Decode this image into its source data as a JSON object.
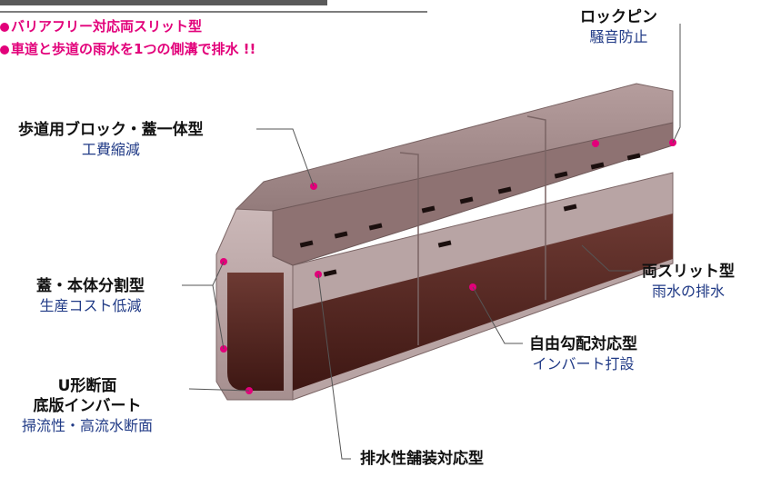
{
  "features": [
    "バリアフリー対応両スリット型",
    "車道と歩道の雨水を1つの側溝で排水 !!"
  ],
  "labels": {
    "lock_pin": {
      "title": "ロックピン",
      "sub": "騒音防止"
    },
    "sidewalk_block": {
      "title": "歩道用ブロック・蓋一体型",
      "sub": "工費縮減"
    },
    "cover_split": {
      "title": "蓋・本体分割型",
      "sub": "生産コスト低減"
    },
    "u_section": {
      "title1": "U形断面",
      "title2": "底版インバート",
      "sub": "掃流性・高流水断面"
    },
    "double_slit": {
      "title": "両スリット型",
      "sub": "雨水の排水"
    },
    "free_gradient": {
      "title": "自由勾配対応型",
      "sub": "インバート打設"
    },
    "drainage_pavement": {
      "title": "排水性舗装対応型"
    }
  },
  "colors": {
    "accent_pink": "#e2007a",
    "subtitle_navy": "#203a86",
    "concrete_top": "#a88f8f",
    "concrete_side": "#8b7474",
    "concrete_light": "#d9cdcd",
    "channel_interior": "#5a2a24"
  }
}
